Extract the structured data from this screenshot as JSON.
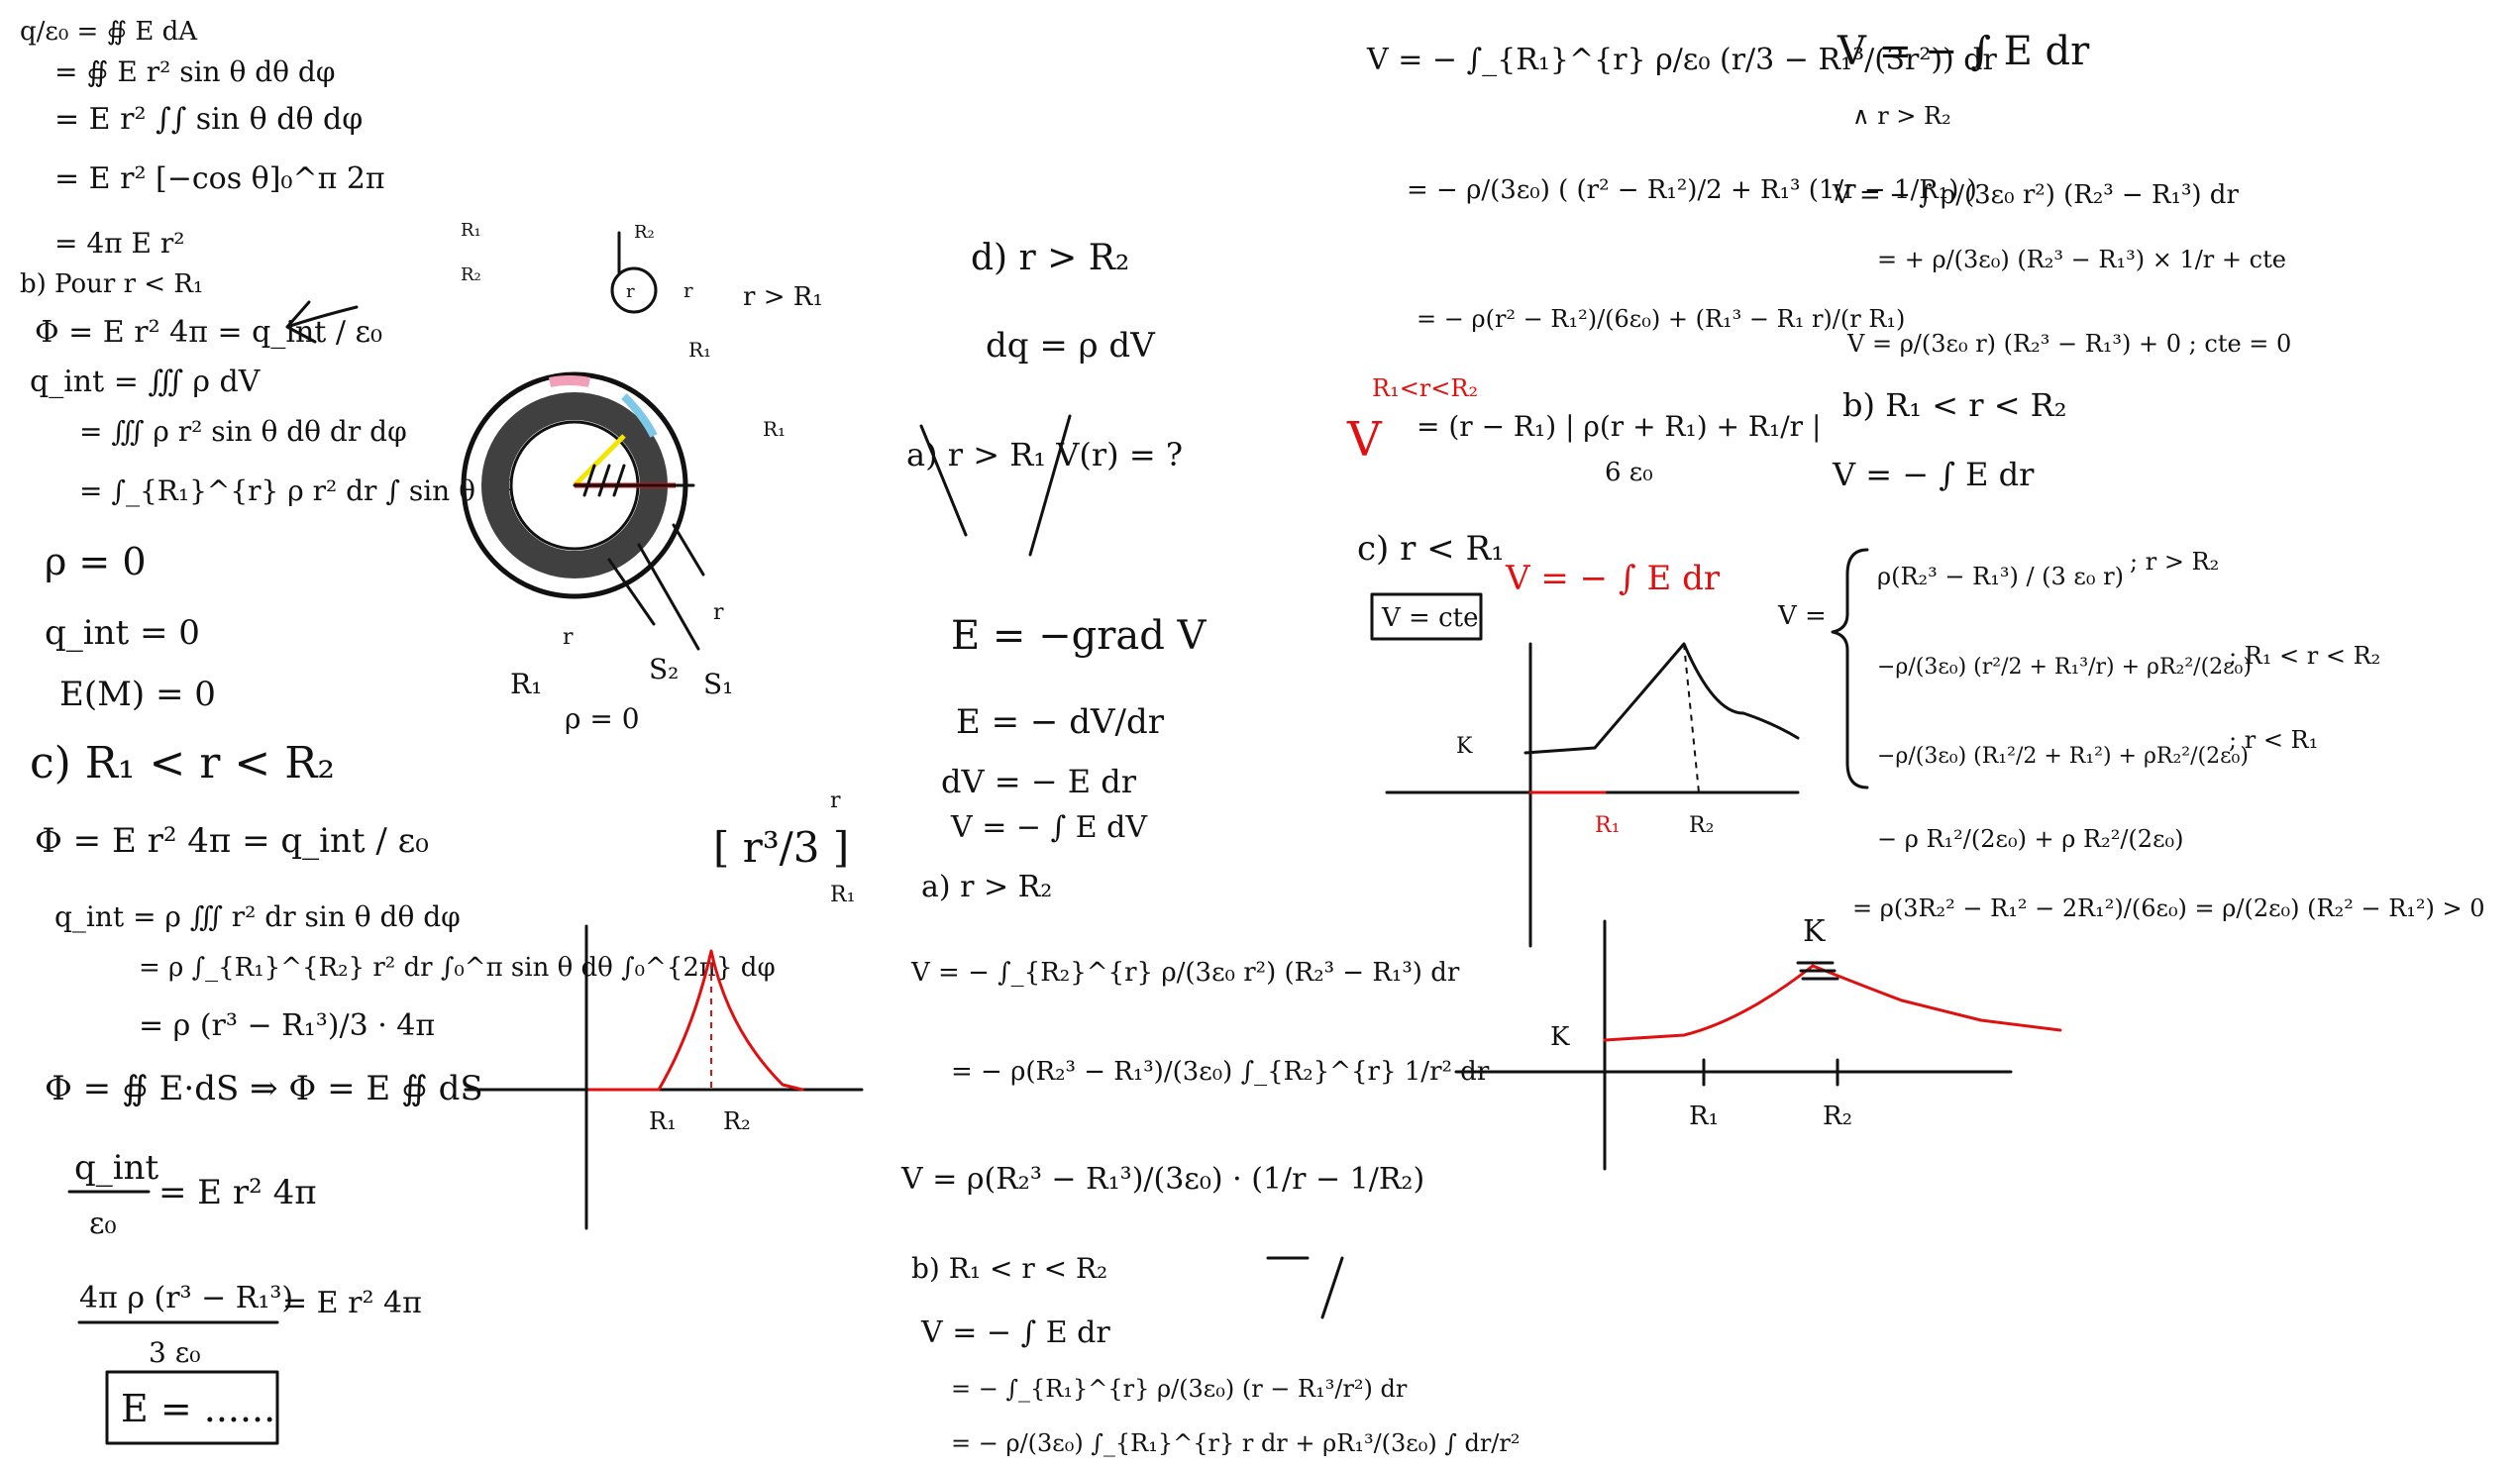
{
  "colors": {
    "ink": "#111111",
    "red": "#e01010",
    "shell": "#404040",
    "light_blue": "#7ec8e8",
    "yellow": "#f2e600",
    "pink": "#f2a0b8"
  },
  "col1": {
    "l1": "q/ε₀ = ∯ E dA",
    "l2": "= ∯ E r² sin θ dθ dφ",
    "l3": "= E r² ∫∫ sin θ dθ dφ",
    "l4": "= E r² [−cos θ]₀^π 2π",
    "l5": "= 4π E r²",
    "b_head": "b) Pour r < R₁",
    "b_flux": "Φ = E r² 4π = q_int / ε₀",
    "b_q1": "q_int = ∭ ρ dV",
    "b_q2": "= ∭ ρ r² sin θ dθ dr dφ",
    "b_q3": "= ∫_{R₁}^{r} ρ r² dr ∫ sin θ dθ ∫ dφ",
    "b_rho": "ρ = 0",
    "b_qint": "q_int = 0",
    "b_E": "E(M) = 0",
    "c_head": "c) R₁ < r < R₂",
    "c_flux": "Φ = E r² 4π = q_int / ε₀",
    "c_q1": "q_int = ρ ∭ r² dr sin θ dθ dφ",
    "c_q2": "= ρ ∫_{R₁}^{R₂} r² dr ∫₀^π sin θ dθ ∫₀^{2π} dφ",
    "c_q3": "= ρ (r³ − R₁³)/3 · 4π",
    "c_gauss": "Φ = ∯ E·dS ⇒ Φ = E ∯ dS",
    "c_eq_num": "q_int",
    "c_eq_den": "ε₀",
    "c_eq_rhs": "= E r² 4π",
    "c_eq2_num": "4π ρ (r³ − R₁³)",
    "c_eq2_den": "3 ε₀",
    "c_eq2_rhs": "= E r² 4π",
    "box": "E = ......"
  },
  "fig": {
    "r2_top": "R₂",
    "r_top": "r",
    "r1_pink": "R₁",
    "r2_pink": "R₂",
    "r_circle": "r",
    "r_gt_r1": "r > R₁",
    "r1_blue": "R₁",
    "r1_blue2": "R₁",
    "r1_bottom": "R₁",
    "rho0": "ρ = 0",
    "s2": "S₂",
    "s1": "S₁",
    "r_right": "r",
    "r_left": "r"
  },
  "col2": {
    "bracket": "[ r³/3 ]",
    "bracket_sup": "r",
    "bracket_sub": "R₁",
    "d_head": "d) r > R₂",
    "dq": "dq = ρ dV",
    "strike": "a) r > R₁   V(r) = ?",
    "grad": "E = −grad V",
    "e_dv": "E = − dV/dr",
    "dv": "dV = − E dr",
    "v_int": "V = − ∫ E dV",
    "a_head": "a) r > R₂",
    "a1": "V = − ∫_{R₂}^{r} ρ/(3ε₀ r²) (R₂³ − R₁³) dr",
    "a2": "= − ρ(R₂³ − R₁³)/(3ε₀) ∫_{R₂}^{r} 1/r² dr",
    "a3": "V = ρ(R₂³ − R₁³)/(3ε₀) · (1/r − 1/R₂)",
    "b_head": "b) R₁ < r < R₂",
    "b1": "V = − ∫ E dr",
    "b2": "= − ∫_{R₁}^{r} ρ/(3ε₀) (r − R₁³/r²) dr",
    "b3": "= − ρ/(3ε₀) ∫_{R₁}^{r} r dr + ρR₁³/(3ε₀) ∫ dr/r²"
  },
  "col3": {
    "t1": "V = − ∫_{R₁}^{r} ρ/ε₀ (r/3 − R₁³/(3r²)) dr",
    "t2": "= − ρ/(3ε₀) ( (r² − R₁²)/2 + R₁³ (1/r − 1/R₁) )",
    "t3": "= − ρ(r² − R₁²)/(6ε₀) + (R₁³ − R₁ r)/(r R₁)",
    "r1r2_red": "R₁<r<R₂",
    "v_red": "V",
    "t4": "= (r − R₁) | ρ(r + R₁) + R₁/r |",
    "t4_den": "6 ε₀",
    "c_head": "c) r < R₁",
    "c_box": "V = cte",
    "c_red": "V = − ∫ E dr",
    "g1_k": "K",
    "g1_r1": "R₁",
    "g1_r2": "R₂"
  },
  "col4": {
    "v1": "V = − ∫ E dr",
    "v2": "∧ r > R₂",
    "v3": "V = − ∫ ρ/(3ε₀ r²) (R₂³ − R₁³) dr",
    "v4": "= + ρ/(3ε₀) (R₂³ − R₁³) × 1/r + cte",
    "v5": "V = ρ/(3ε₀ r) (R₂³ − R₁³) + 0 ; cte = 0",
    "b_head": "b) R₁ < r < R₂",
    "b1": "V = − ∫ E dr",
    "sys_lhs": "V =",
    "sys1": "ρ(R₂³ − R₁³) / (3 ε₀ r)",
    "sys1_c": "; r > R₂",
    "sys2": "−ρ/(3ε₀) (r²/2 + R₁³/r) + ρR₂²/(2ε₀)",
    "sys2_c": "; R₁ < r < R₂",
    "sys3": "−ρ/(3ε₀) (R₁²/2 + R₁²) + ρR₂²/(2ε₀)",
    "sys3_c": "; r < R₁",
    "k1": "− ρ R₁²/(2ε₀) + ρ R₂²/(2ε₀)",
    "k2": "= ρ(3R₂² − R₁² − 2R₁²)/(6ε₀) = ρ/(2ε₀) (R₂² − R₁²) > 0",
    "g2_k_top": "K",
    "g2_k": "K",
    "g2_r1": "R₁",
    "g2_r2": "R₂"
  }
}
